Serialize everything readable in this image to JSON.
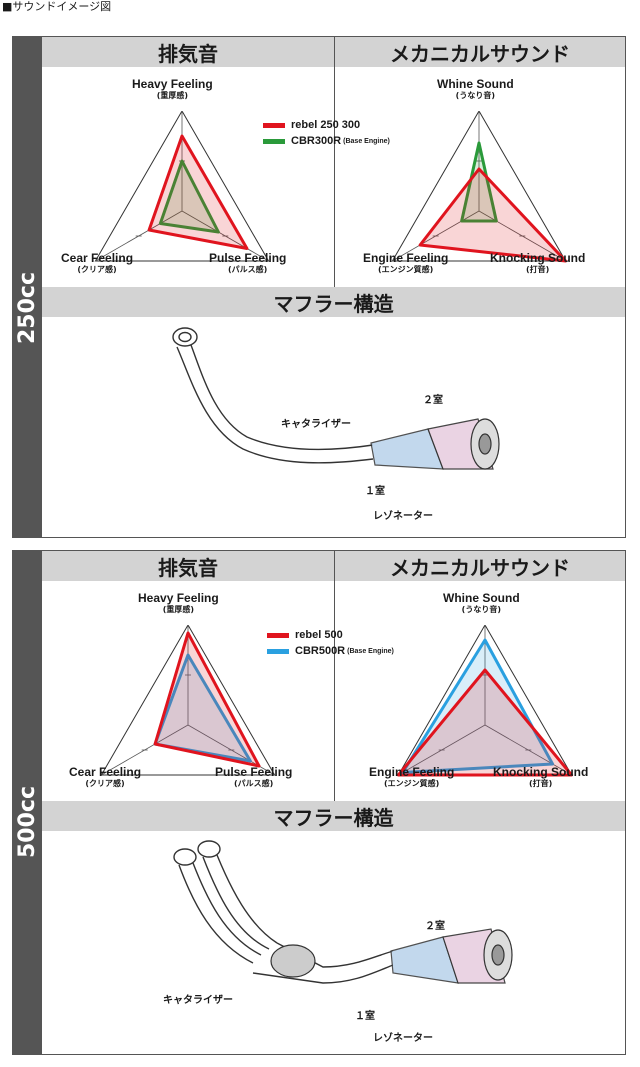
{
  "caption": "■サウンドイメージ図",
  "sections": [
    {
      "side_label": "250cc",
      "exhaust_header": "排気音",
      "mechanical_header": "メカニカルサウンド",
      "structure_header": "マフラー構造",
      "legend": [
        {
          "name": "rebel 250 300",
          "note": "",
          "color": "#e0141e"
        },
        {
          "name": "CBR300R",
          "note": "(Base Engine)",
          "color": "#2a9a3a"
        }
      ],
      "exhaust_axes": [
        {
          "label": "Heavy Feeling",
          "sub": "(重厚感)"
        },
        {
          "label": "Pulse Feeling",
          "sub": "(パルス感)"
        },
        {
          "label": "Cear Feeling",
          "sub": "(クリア感)"
        }
      ],
      "mechanical_axes": [
        {
          "label": "Whine Sound",
          "sub": "(うなり音)"
        },
        {
          "label": "Knocking Sound",
          "sub": "(打音)"
        },
        {
          "label": "Engine Feeling",
          "sub": "(エンジン質感)"
        }
      ],
      "exhaust_values": {
        "primary": [
          0.75,
          0.75,
          0.38
        ],
        "base": [
          0.5,
          0.42,
          0.25
        ]
      },
      "mechanical_values": {
        "primary": [
          0.42,
          1.0,
          0.68
        ],
        "base": [
          0.68,
          0.2,
          0.2
        ]
      },
      "callouts": {
        "catalyzer": "キャタライザー",
        "chamber2": "２室",
        "chamber1": "１室",
        "resonator": "レゾネーター"
      }
    },
    {
      "side_label": "500cc",
      "exhaust_header": "排気音",
      "mechanical_header": "メカニカルサウンド",
      "structure_header": "マフラー構造",
      "legend": [
        {
          "name": "rebel 500",
          "note": "",
          "color": "#e0141e"
        },
        {
          "name": "CBR500R",
          "note": "(Base Engine)",
          "color": "#2aa0e0"
        }
      ],
      "exhaust_axes": [
        {
          "label": "Heavy Feeling",
          "sub": "(重厚感)"
        },
        {
          "label": "Pulse Feeling",
          "sub": "(パルス感)"
        },
        {
          "label": "Cear Feeling",
          "sub": "(クリア感)"
        }
      ],
      "mechanical_axes": [
        {
          "label": "Whine Sound",
          "sub": "(うなり音)"
        },
        {
          "label": "Knocking Sound",
          "sub": "(打音)"
        },
        {
          "label": "Engine Feeling",
          "sub": "(エンジン質感)"
        }
      ],
      "exhaust_values": {
        "primary": [
          0.92,
          0.82,
          0.38
        ],
        "base": [
          0.7,
          0.72,
          0.38
        ]
      },
      "mechanical_values": {
        "primary": [
          0.55,
          1.0,
          1.0
        ],
        "base": [
          0.85,
          0.78,
          0.95
        ]
      },
      "callouts": {
        "catalyzer": "キャタライザー",
        "chamber2": "２室",
        "chamber1": "１室",
        "resonator": "レゾネーター"
      }
    }
  ]
}
